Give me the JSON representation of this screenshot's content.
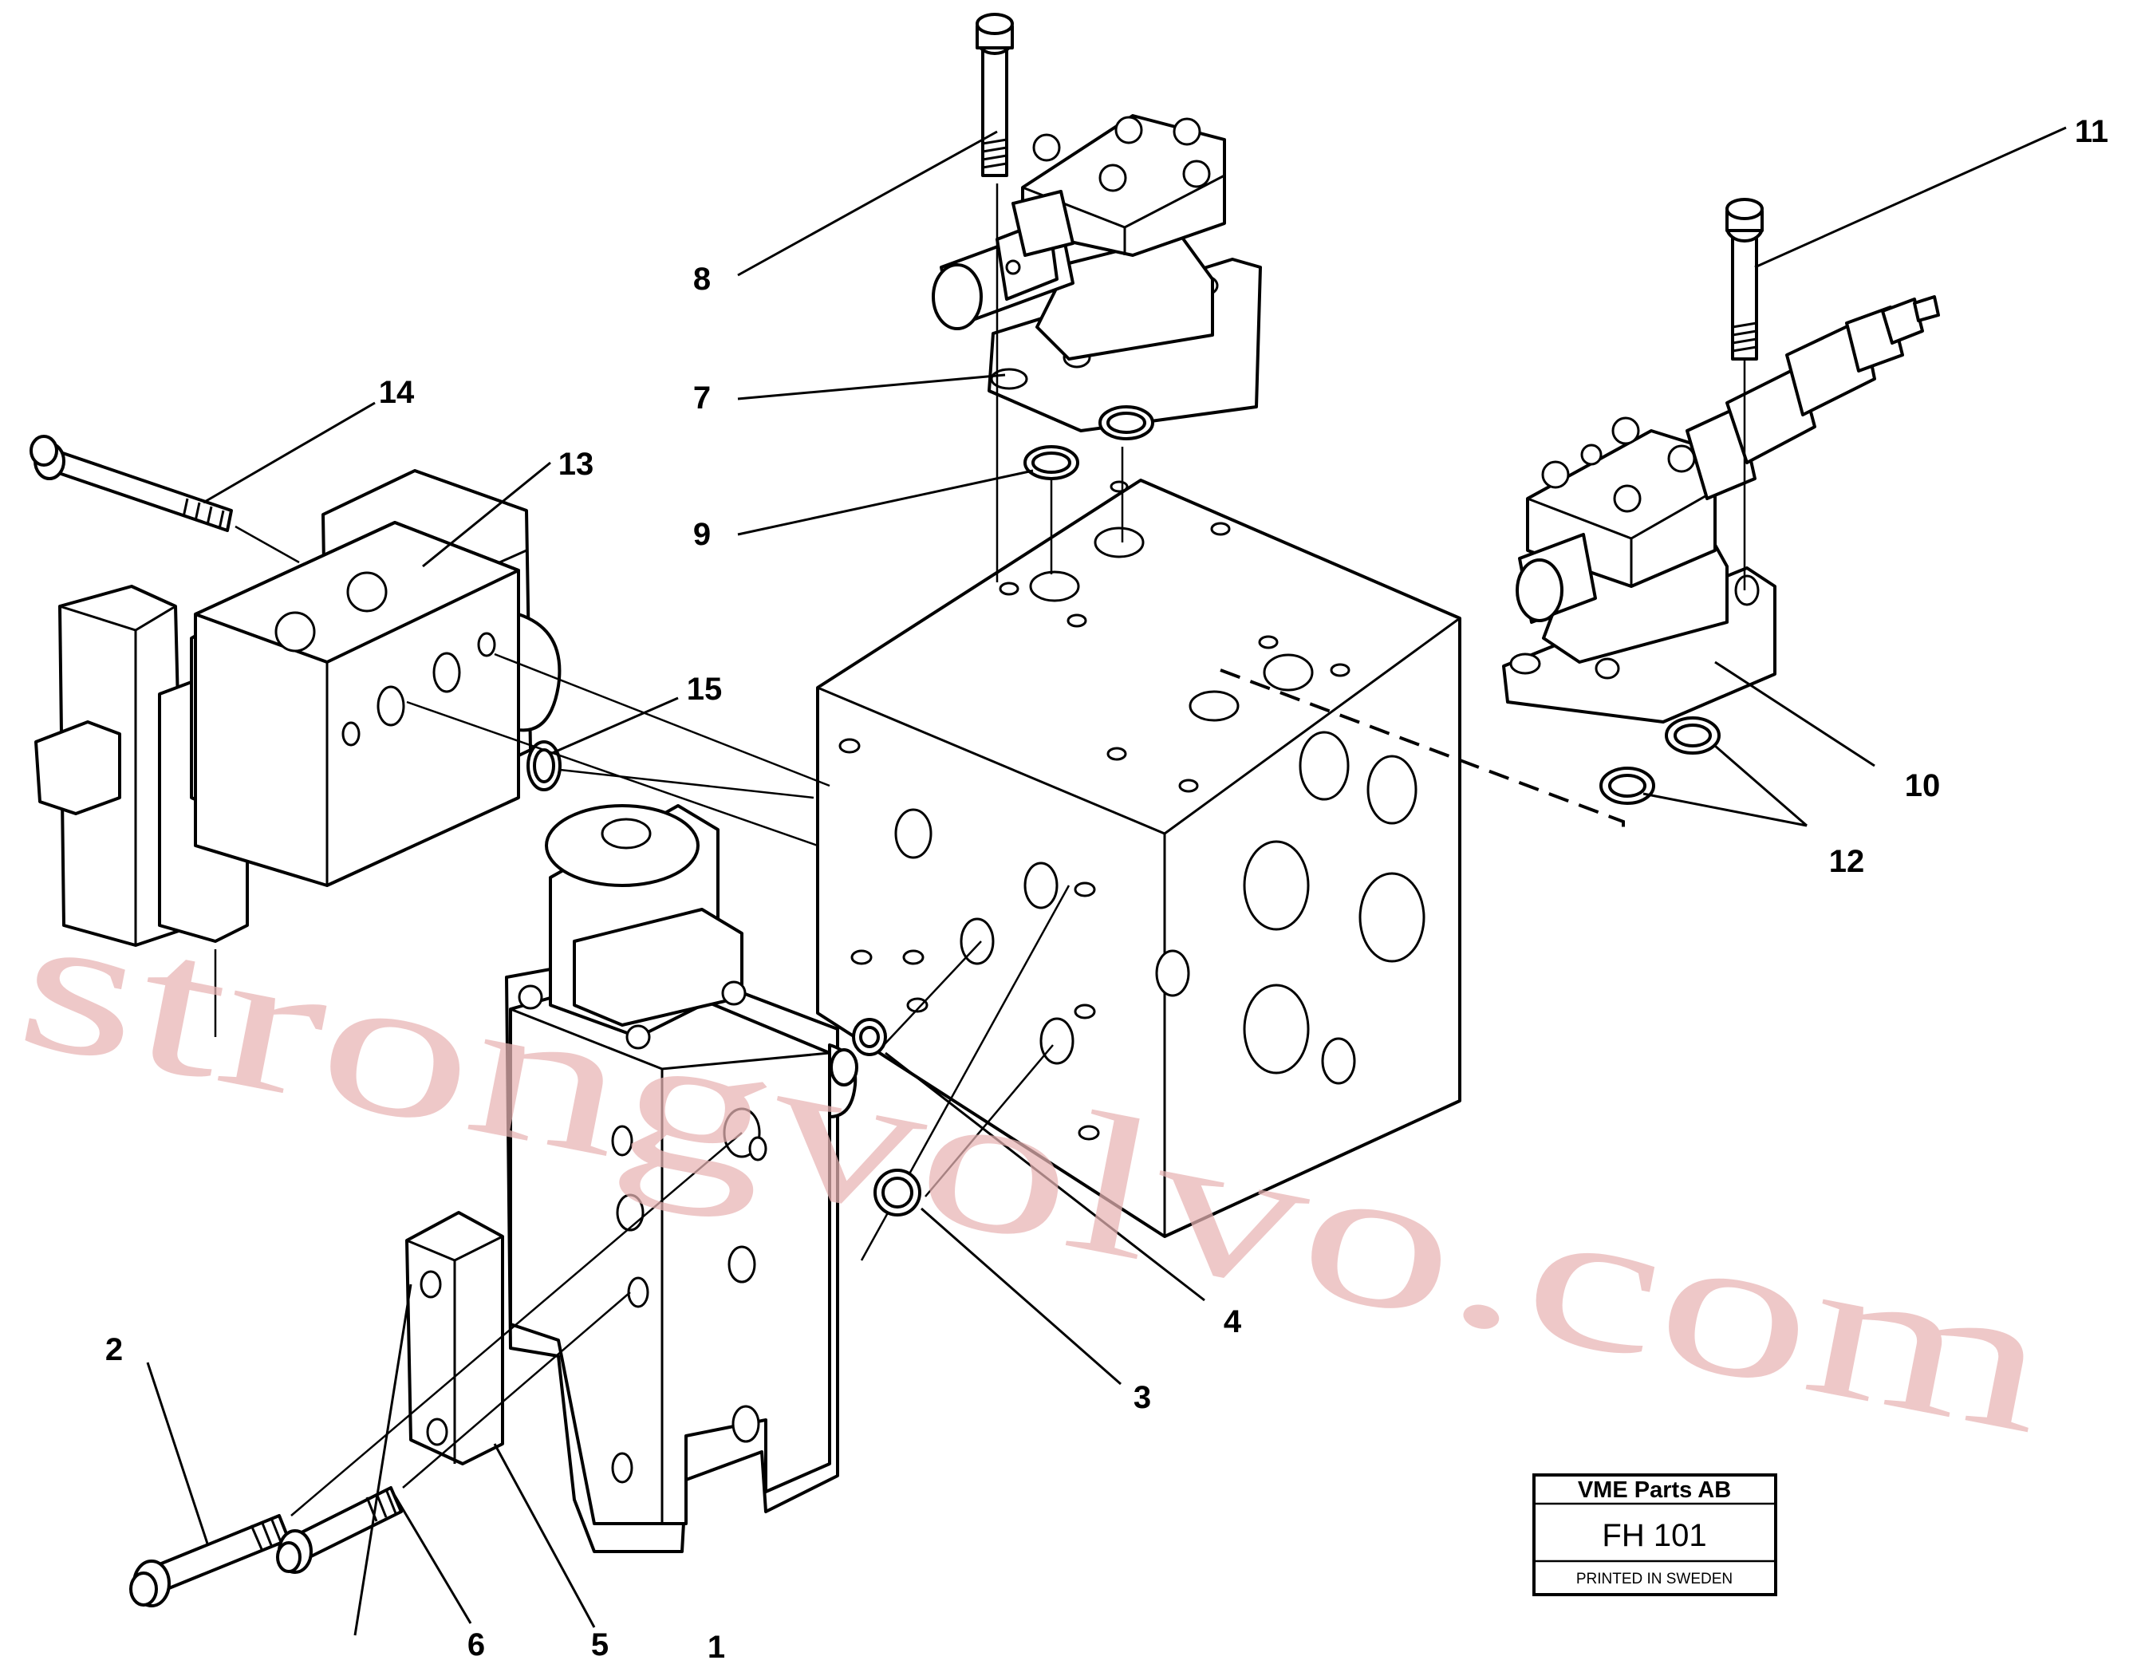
{
  "callouts": [
    {
      "id": "1",
      "label": "1"
    },
    {
      "id": "2",
      "label": "2"
    },
    {
      "id": "3",
      "label": "3"
    },
    {
      "id": "4",
      "label": "4"
    },
    {
      "id": "5",
      "label": "5"
    },
    {
      "id": "6",
      "label": "6"
    },
    {
      "id": "7",
      "label": "7"
    },
    {
      "id": "8",
      "label": "8"
    },
    {
      "id": "9",
      "label": "9"
    },
    {
      "id": "10",
      "label": "10"
    },
    {
      "id": "11",
      "label": "11"
    },
    {
      "id": "12",
      "label": "12"
    },
    {
      "id": "13",
      "label": "13"
    },
    {
      "id": "14",
      "label": "14"
    },
    {
      "id": "15",
      "label": "15"
    }
  ],
  "title_block": {
    "company": "VME Parts AB",
    "code": "FH 101",
    "printed": "PRINTED IN SWEDEN"
  },
  "watermark": "strongvolvo.com",
  "colors": {
    "line": "#000000",
    "watermark": "#e8b4b4",
    "background": "#ffffff"
  }
}
